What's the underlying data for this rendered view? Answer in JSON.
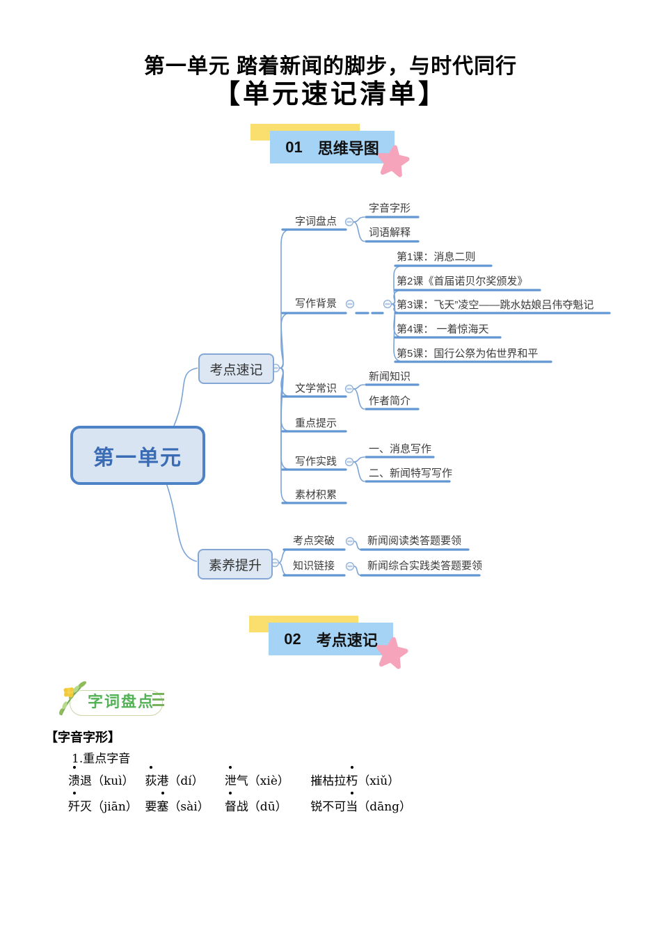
{
  "page_title": "第一单元 踏着新闻的脚步，与时代同行",
  "page_subtitle": "【单元速记清单】",
  "section1": {
    "num": "01",
    "title": "思维导图"
  },
  "section2": {
    "num": "02",
    "title": "考点速记"
  },
  "colors": {
    "accent_blue": "#a5d3f6",
    "accent_yellow": "#fbdf6e",
    "star_pink": "#f6a3bc",
    "line_blue": "#7aa3d5",
    "node_fill": "#dce7f3",
    "badge_green": "#54b257"
  },
  "icons": {
    "collapse": "minus-circle",
    "star": "star",
    "plant": "wheat-plant"
  },
  "mindmap": {
    "root": "第一单元",
    "kaodiansuji": "考点速记",
    "suyangtisheng": "素养提升",
    "zicipandian": "字词盘点",
    "ziyinzixing": "字音字形",
    "ciyujieshi": "词语解释",
    "xiezuobeijing": "写作背景",
    "lessons": [
      "第1课：消息二则",
      "第2课《首届诺贝尔奖颁发》",
      "第3课：飞天”凌空——跳水姑娘吕伟夺魁记",
      "第4课： 一着惊海天",
      "第5课：国行公祭为佑世界和平"
    ],
    "wenxuechangshi": "文学常识",
    "xinwenzhishi": "新闻知识",
    "zuozhejianjie": "作者简介",
    "zhongdiantishi": "重点提示",
    "xiezuoshijian": "写作实践",
    "practice": [
      "一、消息写作",
      "二、新闻特写写作"
    ],
    "sucaijilei": "素材积累",
    "kaodiantupo": "考点突破",
    "yueduyaoling": "新闻阅读类答题要领",
    "zhishilianjie": "知识链接",
    "zongheyaoling": "新闻综合实践类答题要领"
  },
  "content": {
    "badge": "字词盘点",
    "heading": "【字音字形】",
    "subheading": "1.重点字音",
    "rows": [
      [
        {
          "pre": "",
          "dot": "溃",
          "post": "退（kuì）"
        },
        {
          "pre": "",
          "dot": "荻",
          "post": "港（dí）"
        },
        {
          "pre": "",
          "dot": "泄",
          "post": "气（xiè）"
        },
        {
          "pre": "摧枯拉",
          "dot": "朽",
          "post": "（xiǔ）"
        }
      ],
      [
        {
          "pre": "",
          "dot": "歼",
          "post": "灭（jiān）"
        },
        {
          "pre": "要",
          "dot": "塞",
          "post": "（sài）"
        },
        {
          "pre": "",
          "dot": "督",
          "post": "战（dū）"
        },
        {
          "pre": "锐不可",
          "dot": "当",
          "post": "（dāng）"
        }
      ]
    ]
  }
}
